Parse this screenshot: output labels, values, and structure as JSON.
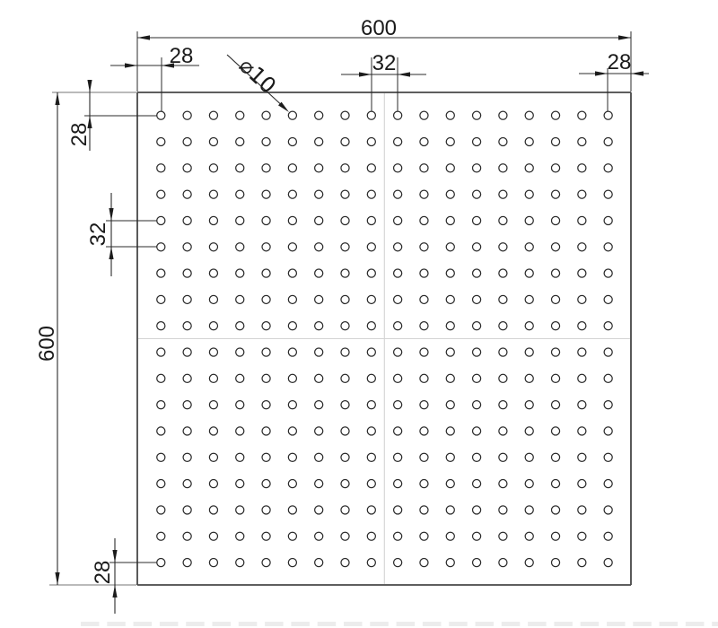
{
  "drawing": {
    "type": "technical-dimension-drawing",
    "subject": "square perforated plate, front view",
    "dimensions": {
      "overall_width": "600",
      "overall_height": "600",
      "edge_offset_top_left": "28",
      "edge_offset_top_right": "28",
      "hole_pitch_horizontal": "32",
      "edge_offset_left_top": "28",
      "hole_pitch_vertical": "32",
      "edge_offset_bottom_left": "28",
      "hole_diameter": "⌀10"
    },
    "hole_grid": {
      "rows": 18,
      "cols": 18
    },
    "colors": {
      "line": "#2b2b2b",
      "plate_edge": "#474747",
      "extension_gray": "#919191",
      "seam": "#d4d4d4",
      "text": "#1a1a1a",
      "background": "#ffffff"
    }
  }
}
